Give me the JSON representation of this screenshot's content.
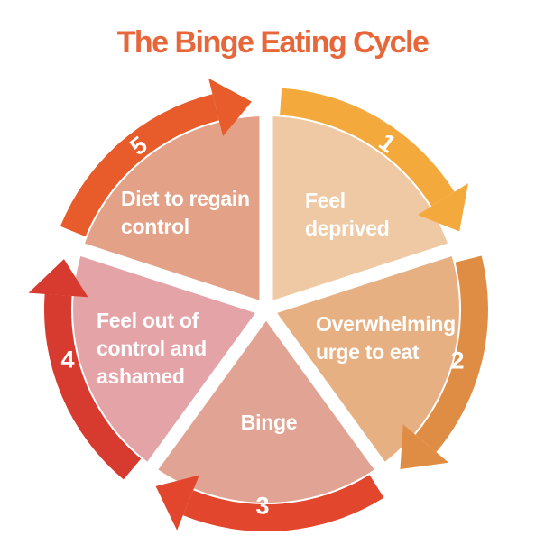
{
  "title": {
    "text": "The Binge Eating Cycle",
    "color": "#E7663A"
  },
  "diagram": {
    "type": "cycle",
    "flow": "clockwise",
    "background": "#FFFFFF",
    "label_color": "#FFFFFF",
    "segments": [
      {
        "number": "1",
        "label": "Feel\ndeprived",
        "wedge_color": "#EFC9A4",
        "arrow_color": "#F3A93C"
      },
      {
        "number": "2",
        "label": "Overwhelming\nurge to eat",
        "wedge_color": "#E7B083",
        "arrow_color": "#DF8C44"
      },
      {
        "number": "3",
        "label": "Binge",
        "wedge_color": "#E1A393",
        "arrow_color": "#E2462D"
      },
      {
        "number": "4",
        "label": "Feel out of\ncontrol and\nashamed",
        "wedge_color": "#E4A3A7",
        "arrow_color": "#D73A2E"
      },
      {
        "number": "5",
        "label": "Diet to regain\ncontrol",
        "wedge_color": "#E3A287",
        "arrow_color": "#E85B2B"
      }
    ]
  }
}
